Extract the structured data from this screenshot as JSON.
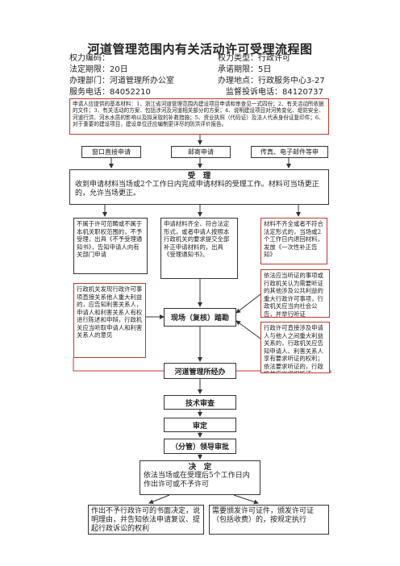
{
  "title": "河道管理范围内有关活动许可受理流程图",
  "meta": {
    "power_code": "权力编码：",
    "power_type": "权力类型：行政许可",
    "legal_deadline": "法定期限：20日",
    "promise_deadline": "承诺期限：5日",
    "dept": "办理部门：河道管理所办公室",
    "location": "办理地点：行政服务中心3-27",
    "phone": "服务电话：84052210",
    "complaint_phone": "监督投诉电话：84120737"
  },
  "materials": "申请人应提供的基本材料：1、浙江省河道管理范围内建设项目申请和审查见一式四份；2、有关活动所依据的文件；3、有关活动的方案、包括涉河及河道相关部分的方案；4、说明建设项目对河势变化、堤防安全、河道行洪、河水水质的影响以及拟采取的补救措施；5、资业执照（代码证）及法人代表身份证复印件；6、对于重要的建设项目，建设单位还应编制更详尽的防洪评价报告。",
  "channels": [
    "窗口直接申请",
    "邮寄申请",
    "传真、电子邮件等申"
  ],
  "accept": {
    "heading": "受　理",
    "text": "收到申请材料当场或2个工作日内完成申请材料的受理工作。材料可当场更正的，允许当场更正。"
  },
  "branches": {
    "left": "不属于许可范畴或不属于本机关职权范围的，不予受理，出具《不予受理通知书》，告知申请人向有关部门申请",
    "middle": "申请材料齐全、符合法定形式，或者申请人按照本行政机关的要求提交全部补正申请材料的，出具《受理通知书》。",
    "right": "材料不齐全或者不符合法定形式的，当场或2个工作日内退回材料，发放《一次性补正告知》"
  },
  "notes": {
    "left": "行政机关发现行政许可事项直接关系他人重大利益的，应告知利害关系人，申请人和利害关系人有权进行陈述和申辩，行政机关应当听取申请人和利害关系人的意见",
    "right_top": "依法应当听证的事项或行政机关认为需要听证的其他涉及公共利益的重大行政许可事项，行政机关应当向社会公告，并举行听证",
    "right_bottom": "行政许可直接涉及申请人与他人之间重大利益关系的，行政机关应告知申请人、利害关系人享有要求听证的权利；依法要求听证的，行政机关应当组织听证"
  },
  "steps": {
    "inspect": "现场（复核）踏勘",
    "office": "河道管理所经办",
    "review": "技术审查",
    "approve": "审定",
    "leader": "（分管）领导审批"
  },
  "decision": {
    "heading": "决　定",
    "text": "依法当场或在受理后5个工作日内作出许可或不予许可"
  },
  "outcomes": {
    "left": "作出不予行政许可的书面决定，说明理由，并告知依法申请复议、提起行政诉讼的权利",
    "right": "需要颁发许可证件，颁发许可证（包括收费）的，按规定执行"
  }
}
